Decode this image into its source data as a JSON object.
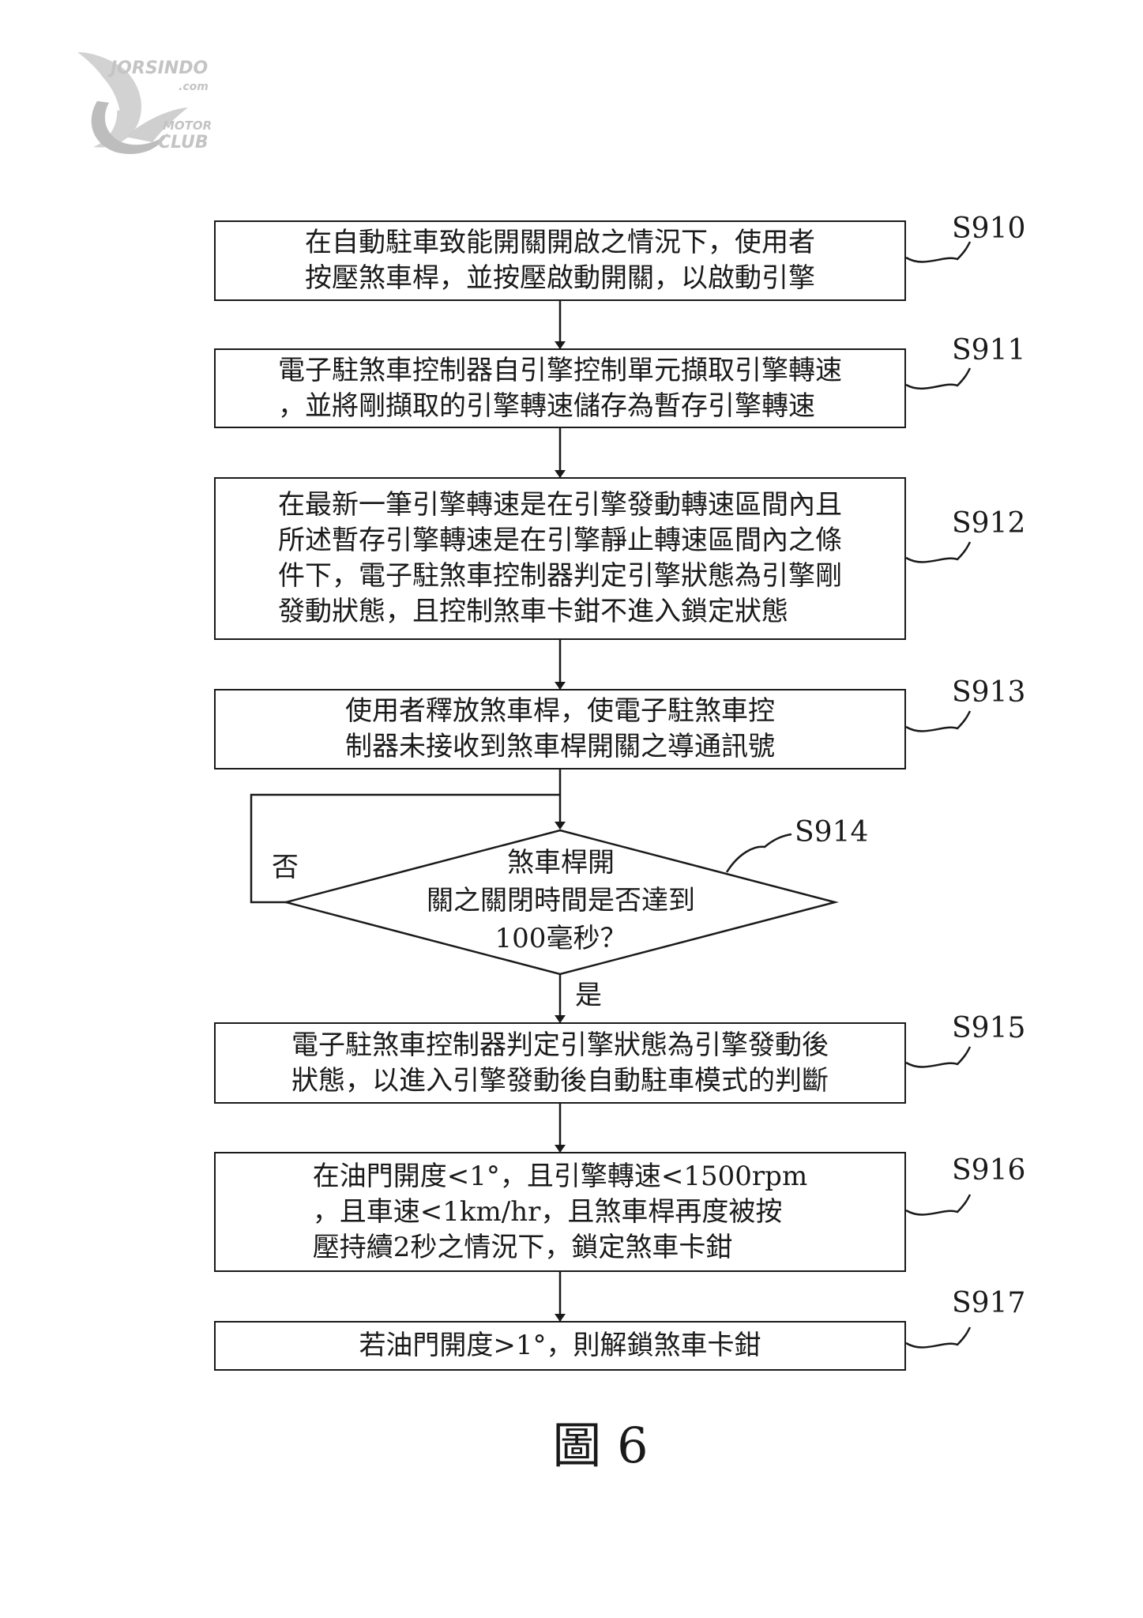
{
  "logo": {
    "name": "JORSINDO",
    "domain": ".com",
    "line2": "MOTOR",
    "line3": "CLUB"
  },
  "steps": {
    "s910": {
      "label": "S910",
      "text": "在自動駐車致能開關開啟之情況下，使用者\n按壓煞車桿，並按壓啟動開關，以啟動引擎"
    },
    "s911": {
      "label": "S911",
      "text": "電子駐煞車控制器自引擎控制單元擷取引擎轉速\n，並將剛擷取的引擎轉速儲存為暫存引擎轉速"
    },
    "s912": {
      "label": "S912",
      "text": "在最新一筆引擎轉速是在引擎發動轉速區間內且\n所述暫存引擎轉速是在引擎靜止轉速區間內之條\n件下，電子駐煞車控制器判定引擎狀態為引擎剛\n發動狀態，且控制煞車卡鉗不進入鎖定狀態"
    },
    "s913": {
      "label": "S913",
      "text": "使用者釋放煞車桿，使電子駐煞車控\n制器未接收到煞車桿開關之導通訊號"
    },
    "s914": {
      "label": "S914",
      "text": "煞車桿開\n關之關閉時間是否達到\n100毫秒？"
    },
    "s915": {
      "label": "S915",
      "text": "電子駐煞車控制器判定引擎狀態為引擎發動後\n狀態，以進入引擎發動後自動駐車模式的判斷"
    },
    "s916": {
      "label": "S916",
      "text": "在油門開度<1°，且引擎轉速<1500rpm\n，且車速<1km/hr，且煞車桿再度被按\n壓持續2秒之情況下，鎖定煞車卡鉗"
    },
    "s917": {
      "label": "S917",
      "text": "若油門開度>1°，則解鎖煞車卡鉗"
    }
  },
  "branches": {
    "no": "否",
    "yes": "是"
  },
  "caption": "圖 6",
  "colors": {
    "line": "#1a1a1a",
    "logo": "#c4c4c4"
  }
}
